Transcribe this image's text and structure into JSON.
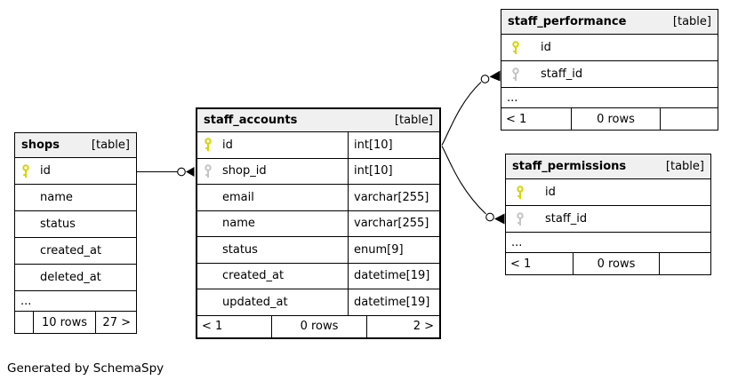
{
  "note": "Generated by SchemaSpy",
  "colors": {
    "primary_key_icon": "#d4d400",
    "foreign_key_icon": "#c4c4c4",
    "table_header_bg": "#f0f0f0",
    "border": "#000000"
  },
  "tables": {
    "shops": {
      "name": "shops",
      "badge": "[table]",
      "columns": [
        {
          "label": "id",
          "key": "pk"
        },
        {
          "label": "name"
        },
        {
          "label": "status"
        },
        {
          "label": "created_at"
        },
        {
          "label": "deleted_at"
        }
      ],
      "ellipsis": "...",
      "footer": {
        "prev": "",
        "rows": "10 rows",
        "next": "27 >"
      }
    },
    "staff_accounts": {
      "name": "staff_accounts",
      "badge": "[table]",
      "columns": [
        {
          "label": "id",
          "key": "pk",
          "type": "int[10]"
        },
        {
          "label": "shop_id",
          "key": "fk",
          "type": "int[10]"
        },
        {
          "label": "email",
          "type": "varchar[255]"
        },
        {
          "label": "name",
          "type": "varchar[255]"
        },
        {
          "label": "status",
          "type": "enum[9]"
        },
        {
          "label": "created_at",
          "type": "datetime[19]"
        },
        {
          "label": "updated_at",
          "type": "datetime[19]"
        }
      ],
      "footer": {
        "prev": "< 1",
        "rows": "0 rows",
        "next": "2 >"
      }
    },
    "staff_performance": {
      "name": "staff_performance",
      "badge": "[table]",
      "columns": [
        {
          "label": "id",
          "key": "pk"
        },
        {
          "label": "staff_id",
          "key": "fk"
        }
      ],
      "ellipsis": "...",
      "footer": {
        "prev": "< 1",
        "rows": "0 rows",
        "next": ""
      }
    },
    "staff_permissions": {
      "name": "staff_permissions",
      "badge": "[table]",
      "columns": [
        {
          "label": "id",
          "key": "pk"
        },
        {
          "label": "staff_id",
          "key": "fk"
        }
      ],
      "ellipsis": "...",
      "footer": {
        "prev": "< 1",
        "rows": "0 rows",
        "next": ""
      }
    }
  },
  "relationships": [
    {
      "from": "shops.id",
      "to": "staff_accounts.shop_id"
    },
    {
      "from": "staff_accounts.id",
      "to": "staff_performance.staff_id"
    },
    {
      "from": "staff_accounts.id",
      "to": "staff_permissions.staff_id"
    }
  ]
}
